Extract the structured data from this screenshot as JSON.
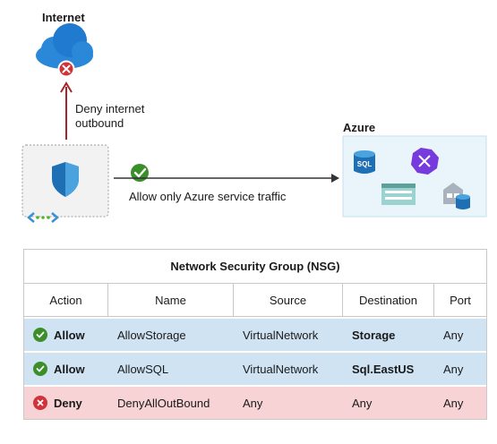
{
  "internet": {
    "label": "Internet"
  },
  "deny_arrow": {
    "line1": "Deny internet",
    "line2": "outbound"
  },
  "allow_arrow": {
    "label": "Allow only Azure service traffic"
  },
  "azure": {
    "label": "Azure",
    "service_icons": [
      "sql-icon",
      "event-grid-icon",
      "storage-icon",
      "storage-account-icon"
    ]
  },
  "nsg": {
    "title": "Network Security Group (NSG)",
    "columns": [
      "Action",
      "Name",
      "Source",
      "Destination",
      "Port"
    ],
    "rows": [
      {
        "action": "Allow",
        "name": "AllowStorage",
        "source": "VirtualNetwork",
        "destination": "Storage",
        "port": "Any"
      },
      {
        "action": "Allow",
        "name": "AllowSQL",
        "source": "VirtualNetwork",
        "destination": "Sql.EastUS",
        "port": "Any"
      },
      {
        "action": "Deny",
        "name": "DenyAllOutBound",
        "source": "Any",
        "destination": "Any",
        "port": "Any"
      }
    ]
  },
  "colors": {
    "allow_row": "#cfe3f3",
    "deny_row": "#f8d3d6",
    "arrow_red": "#a4262c",
    "check_green": "#3b8f2a",
    "error_red": "#d13438",
    "azure_bg": "#eaf5fb",
    "cloud_blue": "#2b88d8"
  }
}
